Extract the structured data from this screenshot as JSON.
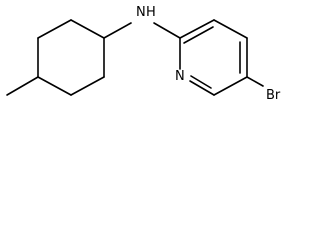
{
  "molecule": {
    "atoms": {
      "amine_n": "N",
      "amine_h": "H",
      "ring_n": "N",
      "bromine": "Br"
    }
  }
}
